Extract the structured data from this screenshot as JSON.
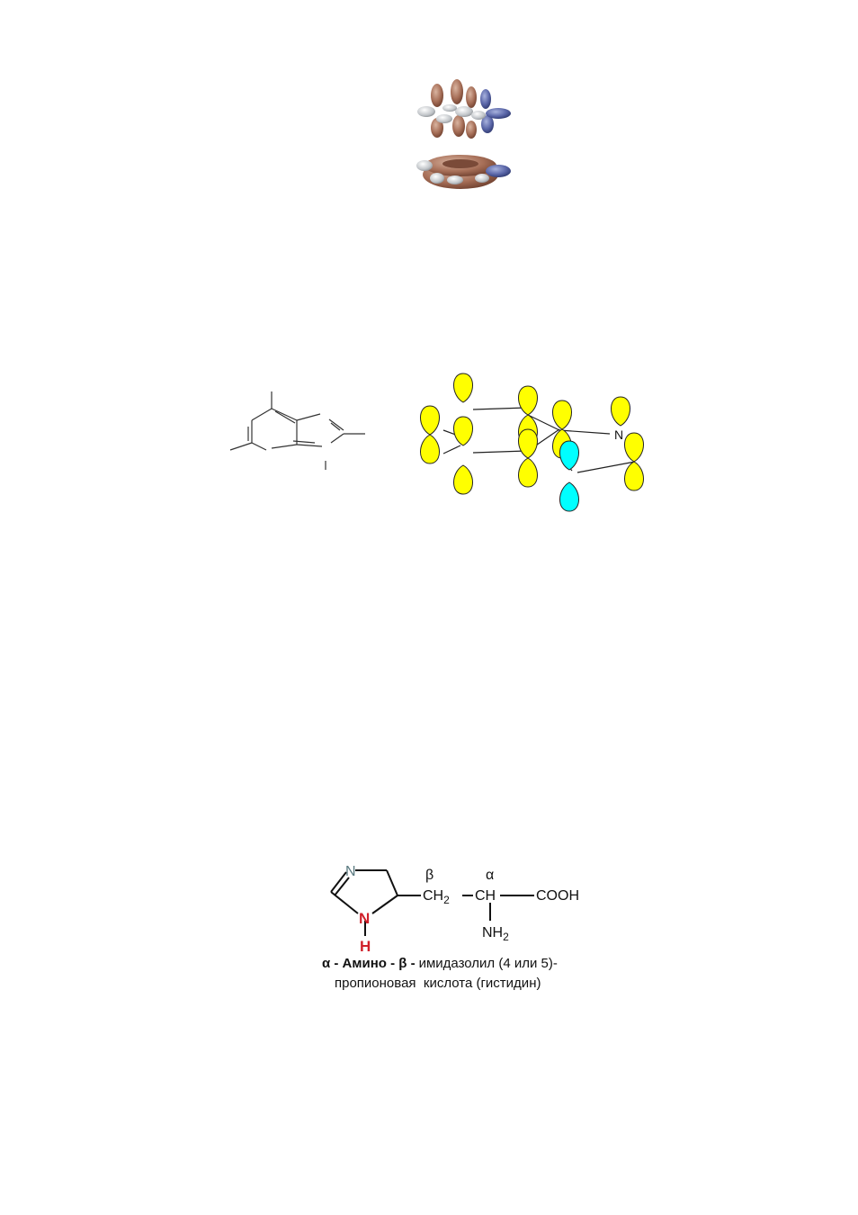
{
  "orbital_figure": {
    "icon": "pi-orbital-rendering"
  },
  "p_orbital_diagram": {
    "atom_label": "N"
  },
  "histidine": {
    "ring_n_top": "N",
    "ring_n_bottom": "N",
    "ring_h": "H",
    "beta": "β",
    "alpha": "α",
    "chain_ch2": "CH",
    "chain_ch2_sub": "2",
    "chain_ch": "CH",
    "chain_cooh": "COOH",
    "chain_nh2": "NH",
    "chain_nh2_sub": "2",
    "caption_line1_a": "α - Амино - β -",
    "caption_line1_b": "имидазолил (4 или 5)-",
    "caption_line2": "пропионовая  кислота (гистидин)",
    "colors": {
      "ring_n_top": "#5a7a80",
      "ring_nh": "#d0202a",
      "text": "#111111"
    }
  }
}
